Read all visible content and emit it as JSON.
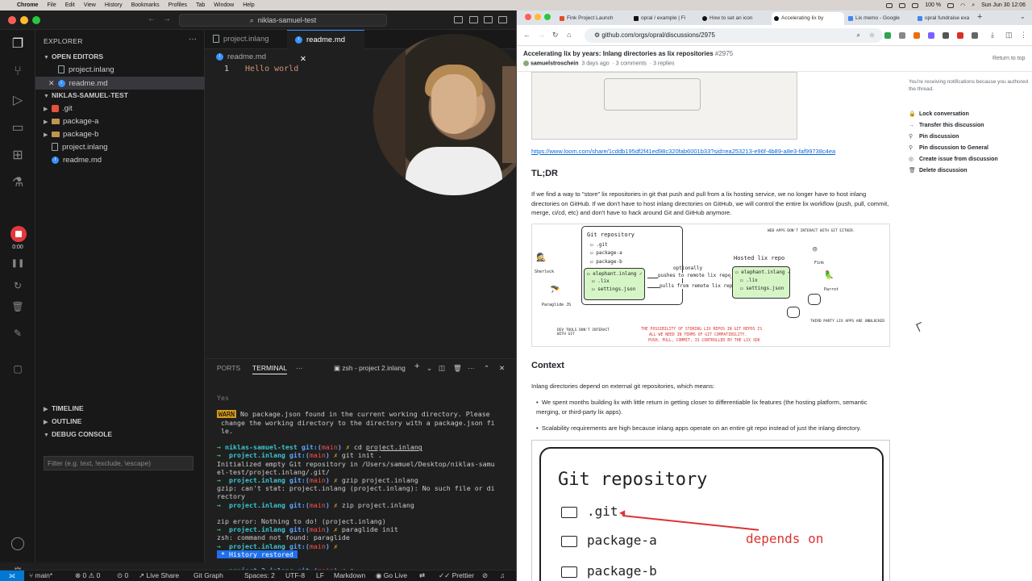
{
  "menubar": {
    "apple": "",
    "app": "Chrome",
    "items": [
      "File",
      "Edit",
      "View",
      "History",
      "Bookmarks",
      "Profiles",
      "Tab",
      "Window",
      "Help"
    ],
    "battery": "100 %",
    "date": "Sun Jun 30  12:06"
  },
  "vscode": {
    "search": "niklas-samuel-test",
    "explorer_title": "EXPLORER",
    "open_editors_title": "OPEN EDITORS",
    "open_editors": [
      "project.inlang",
      "readme.md"
    ],
    "workspace_title": "NIKLAS-SAMUEL-TEST",
    "tree": [
      ".git",
      "package-a",
      "package-b",
      "project.inlang",
      "readme.md"
    ],
    "timeline": "TIMELINE",
    "outline": "OUTLINE",
    "debug_console": "DEBUG CONSOLE",
    "filter_placeholder": "Filter (e.g. text, !exclude, \\escape)",
    "recording_time": "0:00",
    "tabs": [
      "project.inlang",
      "readme.md"
    ],
    "breadcrumb": "readme.md",
    "line_number": "1",
    "code_line": "Hello world"
  },
  "panel": {
    "tab_ports": "PORTS",
    "tab_terminal": "TERMINAL",
    "shell_label": "zsh - project 2.inlang",
    "terminal": {
      "yes": "Yes",
      "warn": "WARN",
      "warn_msg_1": " No package.json found in the current working directory. Please",
      "warn_msg_2": " change the working directory to the directory with a package.json fi",
      "warn_msg_3": " le.",
      "p1_dir": "niklas-samuel-test",
      "p1_git": " git:(",
      "p1_branch": "main",
      "p1_cmd": " cd ",
      "p1_arg": "project.inlang",
      "p2_dir": "project.inlang",
      "p2_cmd": " git init .",
      "out_init_1": "Initialized empty Git repository in /Users/samuel/Desktop/niklas-samu",
      "out_init_2": "el-test/project.inlang/.git/",
      "p3_cmd": " gzip project.inlang",
      "out_gzip_1": "gzip: can't stat: project.inlang (project.inlang): No such file or di",
      "out_gzip_2": "rectory",
      "p4_cmd": " zip project.inlang",
      "out_zip": "zip error: Nothing to do! (project.inlang)",
      "p5_cmd": " paraglide init",
      "out_para": "zsh: command not found: paraglide",
      "history_restored": "History restored",
      "final_dir": "project 2.inlang",
      "arrow": "→",
      "x": "✗",
      "close_paren": ")"
    }
  },
  "statusbar": {
    "branch": "main*",
    "errors": "0",
    "warnings": "0",
    "ports": "0",
    "live_share": "Live Share",
    "git_graph": "Git Graph",
    "spaces": "Spaces: 2",
    "encoding": "UTF-8",
    "eol": "LF",
    "language": "Markdown",
    "go_live": "Go Live",
    "prettier": "Prettier"
  },
  "chrome": {
    "tabs": [
      {
        "label": "Fink Project Launch",
        "color": "#e34c26"
      },
      {
        "label": "opral / example | Fi",
        "color": "#111111"
      },
      {
        "label": "How to set an icon",
        "color": "#111111"
      },
      {
        "label": "Accelerating lix by",
        "color": "#111111"
      },
      {
        "label": "Lix memo - Google",
        "color": "#4285f4"
      },
      {
        "label": "opral fundraise exa",
        "color": "#4285f4"
      }
    ],
    "new_tab": "+",
    "url": "github.com/orgs/opral/discussions/2975"
  },
  "discussion": {
    "title": "Accelerating lix by years: Inlang directories as lix repositories",
    "number": "#2975",
    "author": "samuelstroschein",
    "posted": "3 days ago",
    "comments": "3 comments",
    "replies": "3 replies",
    "return_to_top": "Return to top",
    "loom_url": "https://www.loom.com/share/1cddb195df2f41ed98c320fab6001b33?sid=ea253213-e96f-4b89-a8e3-faf99738c4ea",
    "tldr_heading": "TL;DR",
    "tldr_text": "If we find a way to \"store\" lix repositories in git that push and pull from a lix hosting service, we no longer have to host inlang directories on GitHub. If we don't have to host inlang directories on GitHub, we will control the entire lix workflow (push, pull, commit, merge, ci/cd, etc) and don't have to hack around Git and GitHub anymore.",
    "context_heading": "Context",
    "context_intro": "Inlang directories depend on external git repositories, which means:",
    "bullets": [
      "We spent months building lix with little return in getting closer to differentiable lix features (the hosting platform, semantic merging, or third-party lix apps).",
      "Scalability requirements are high because inlang apps operate on an entire git repo instead of just the inlang directory."
    ],
    "notification_note": "You're receiving notifications because you authored the thread.",
    "actions": [
      {
        "icon": "lock-icon",
        "glyph": "🔒",
        "label": "Lock conversation"
      },
      {
        "icon": "arrow-right-icon",
        "glyph": "→",
        "label": "Transfer this discussion"
      },
      {
        "icon": "pin-icon",
        "glyph": "⚲",
        "label": "Pin discussion"
      },
      {
        "icon": "pin-icon",
        "glyph": "⚲",
        "label": "Pin discussion to General"
      },
      {
        "icon": "issue-icon",
        "glyph": "◎",
        "label": "Create issue from discussion"
      },
      {
        "icon": "trash-icon",
        "glyph": "🗑",
        "label": "Delete discussion"
      }
    ]
  },
  "diagram": {
    "git_repo": "Git repository",
    "hosted": "Hosted lix repo",
    "git": ".git",
    "pkg_a": "package-a",
    "pkg_b": "package-b",
    "elephant": "elephant.inlang",
    "lix": ".lix",
    "settings": "settings.json",
    "optionally": "optionally",
    "pushes": "pushes to remote lix repo",
    "pulls": "pulls from remote lix repo",
    "sherlock": "Sherlock",
    "paraglide": "Paraglide JS",
    "fink": "Fink",
    "parrot": "Parrot",
    "web_apps_note": "WEB APPS DON'T INTERACT WITH GIT EITHER.",
    "dev_tools_note": "DEV TOOLS DON'T INTERACT WITH GIT",
    "third_party": "THIRD PARTY LIX APPS ARE UNBLOCKED",
    "red_note_1": "THE POSSIBILITY OF STORING LIX REPOS IN GIT REPOS IS",
    "red_note_2": "ALL WE NEED IN TERMS OF GIT COMPATIBILITY.",
    "red_note_3": "PUSH, PULL, COMMIT, IS CONTROLLED BY THE LIX SDK"
  },
  "big_diagram": {
    "title": "Git repository",
    "git": ".git",
    "pkg_a": "package-a",
    "pkg_b": "package-b",
    "depends_on": "depends on"
  }
}
